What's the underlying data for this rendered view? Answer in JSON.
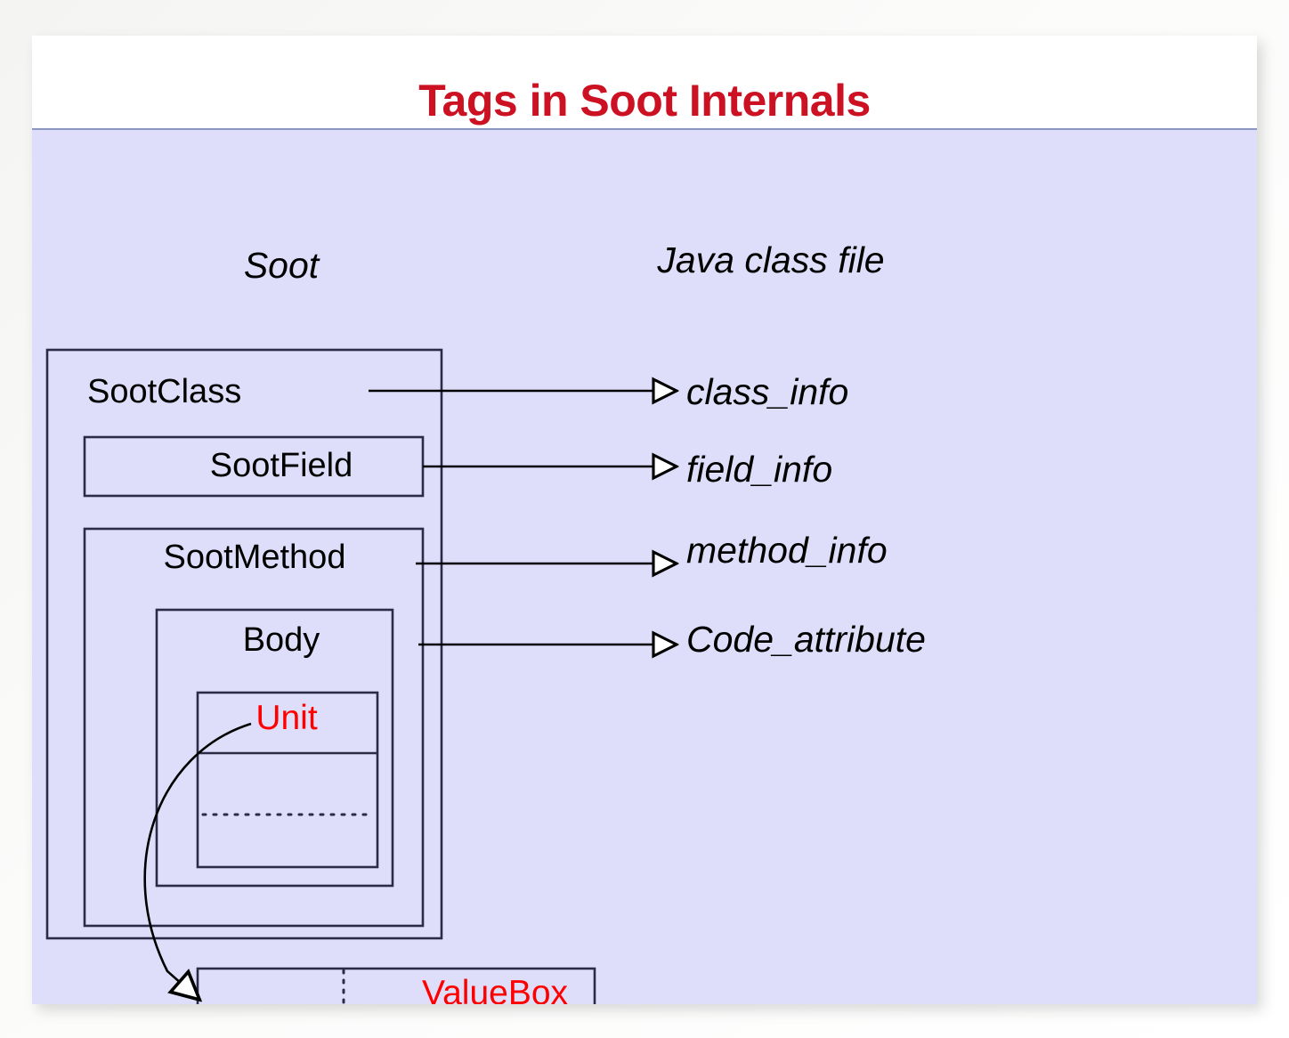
{
  "slide": {
    "title": "Tags in Soot Internals",
    "title_color": "#cc1122",
    "body_background": "#dedefa",
    "divider_color": "#8a96c0",
    "stroke_color": "#2b2b45",
    "accent_red": "#ff0000"
  },
  "columns": {
    "left_header": "Soot",
    "right_header": "Java class file"
  },
  "soot_hierarchy": {
    "sootclass_label": "SootClass",
    "sootfield_label": "SootField",
    "sootmethod_label": "SootMethod",
    "body_label": "Body",
    "unit_label": "Unit",
    "valuebox_label": "ValueBox"
  },
  "class_file_items": [
    {
      "label": "class_info"
    },
    {
      "label": "field_info"
    },
    {
      "label": "method_info"
    },
    {
      "label": "Code_attribute"
    }
  ],
  "mappings": [
    {
      "from": "SootClass",
      "to": "class_info"
    },
    {
      "from": "SootField",
      "to": "field_info"
    },
    {
      "from": "SootMethod",
      "to": "method_info"
    },
    {
      "from": "Body",
      "to": "Code_attribute"
    },
    {
      "from": "Unit",
      "to": "ValueBox"
    }
  ]
}
